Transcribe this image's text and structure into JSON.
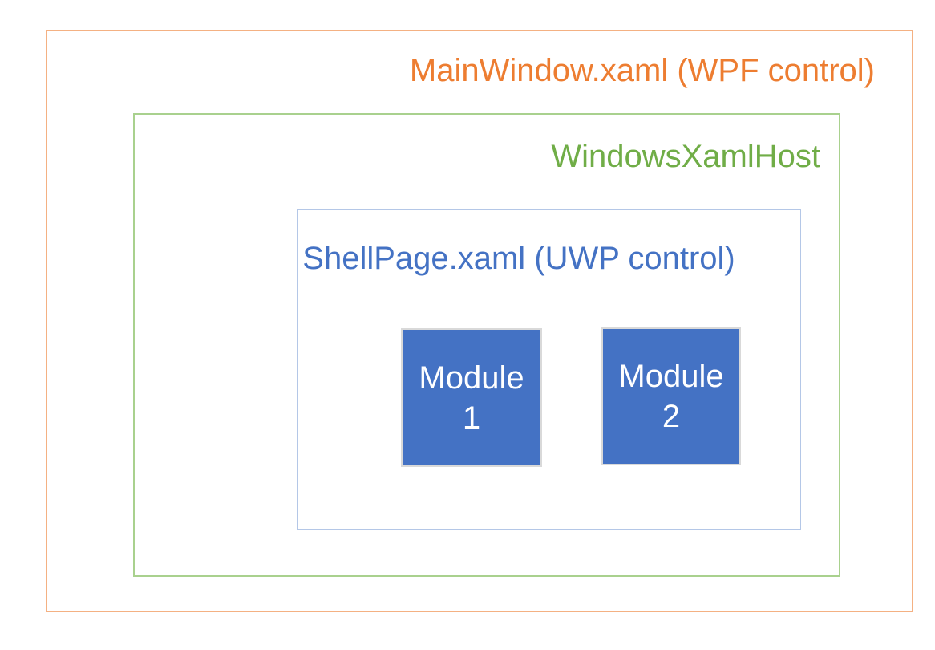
{
  "diagram": {
    "wpf_window": {
      "label": "MainWindow.xaml (WPF control)",
      "text_color": "#ED7D31",
      "border_color": "#F4B183"
    },
    "xaml_host": {
      "label": "WindowsXamlHost",
      "text_color": "#70AD47",
      "border_color": "#A9D18E"
    },
    "shell_page": {
      "label": "ShellPage.xaml (UWP control)",
      "text_color": "#4472C4",
      "border_color": "#B4C7E7"
    },
    "modules": [
      {
        "name": "Module",
        "number": "1"
      },
      {
        "name": "Module",
        "number": "2"
      }
    ],
    "module_style": {
      "fill_color": "#4472C4",
      "border_color": "#D9D9D9",
      "text_color": "#FFFFFF"
    }
  }
}
